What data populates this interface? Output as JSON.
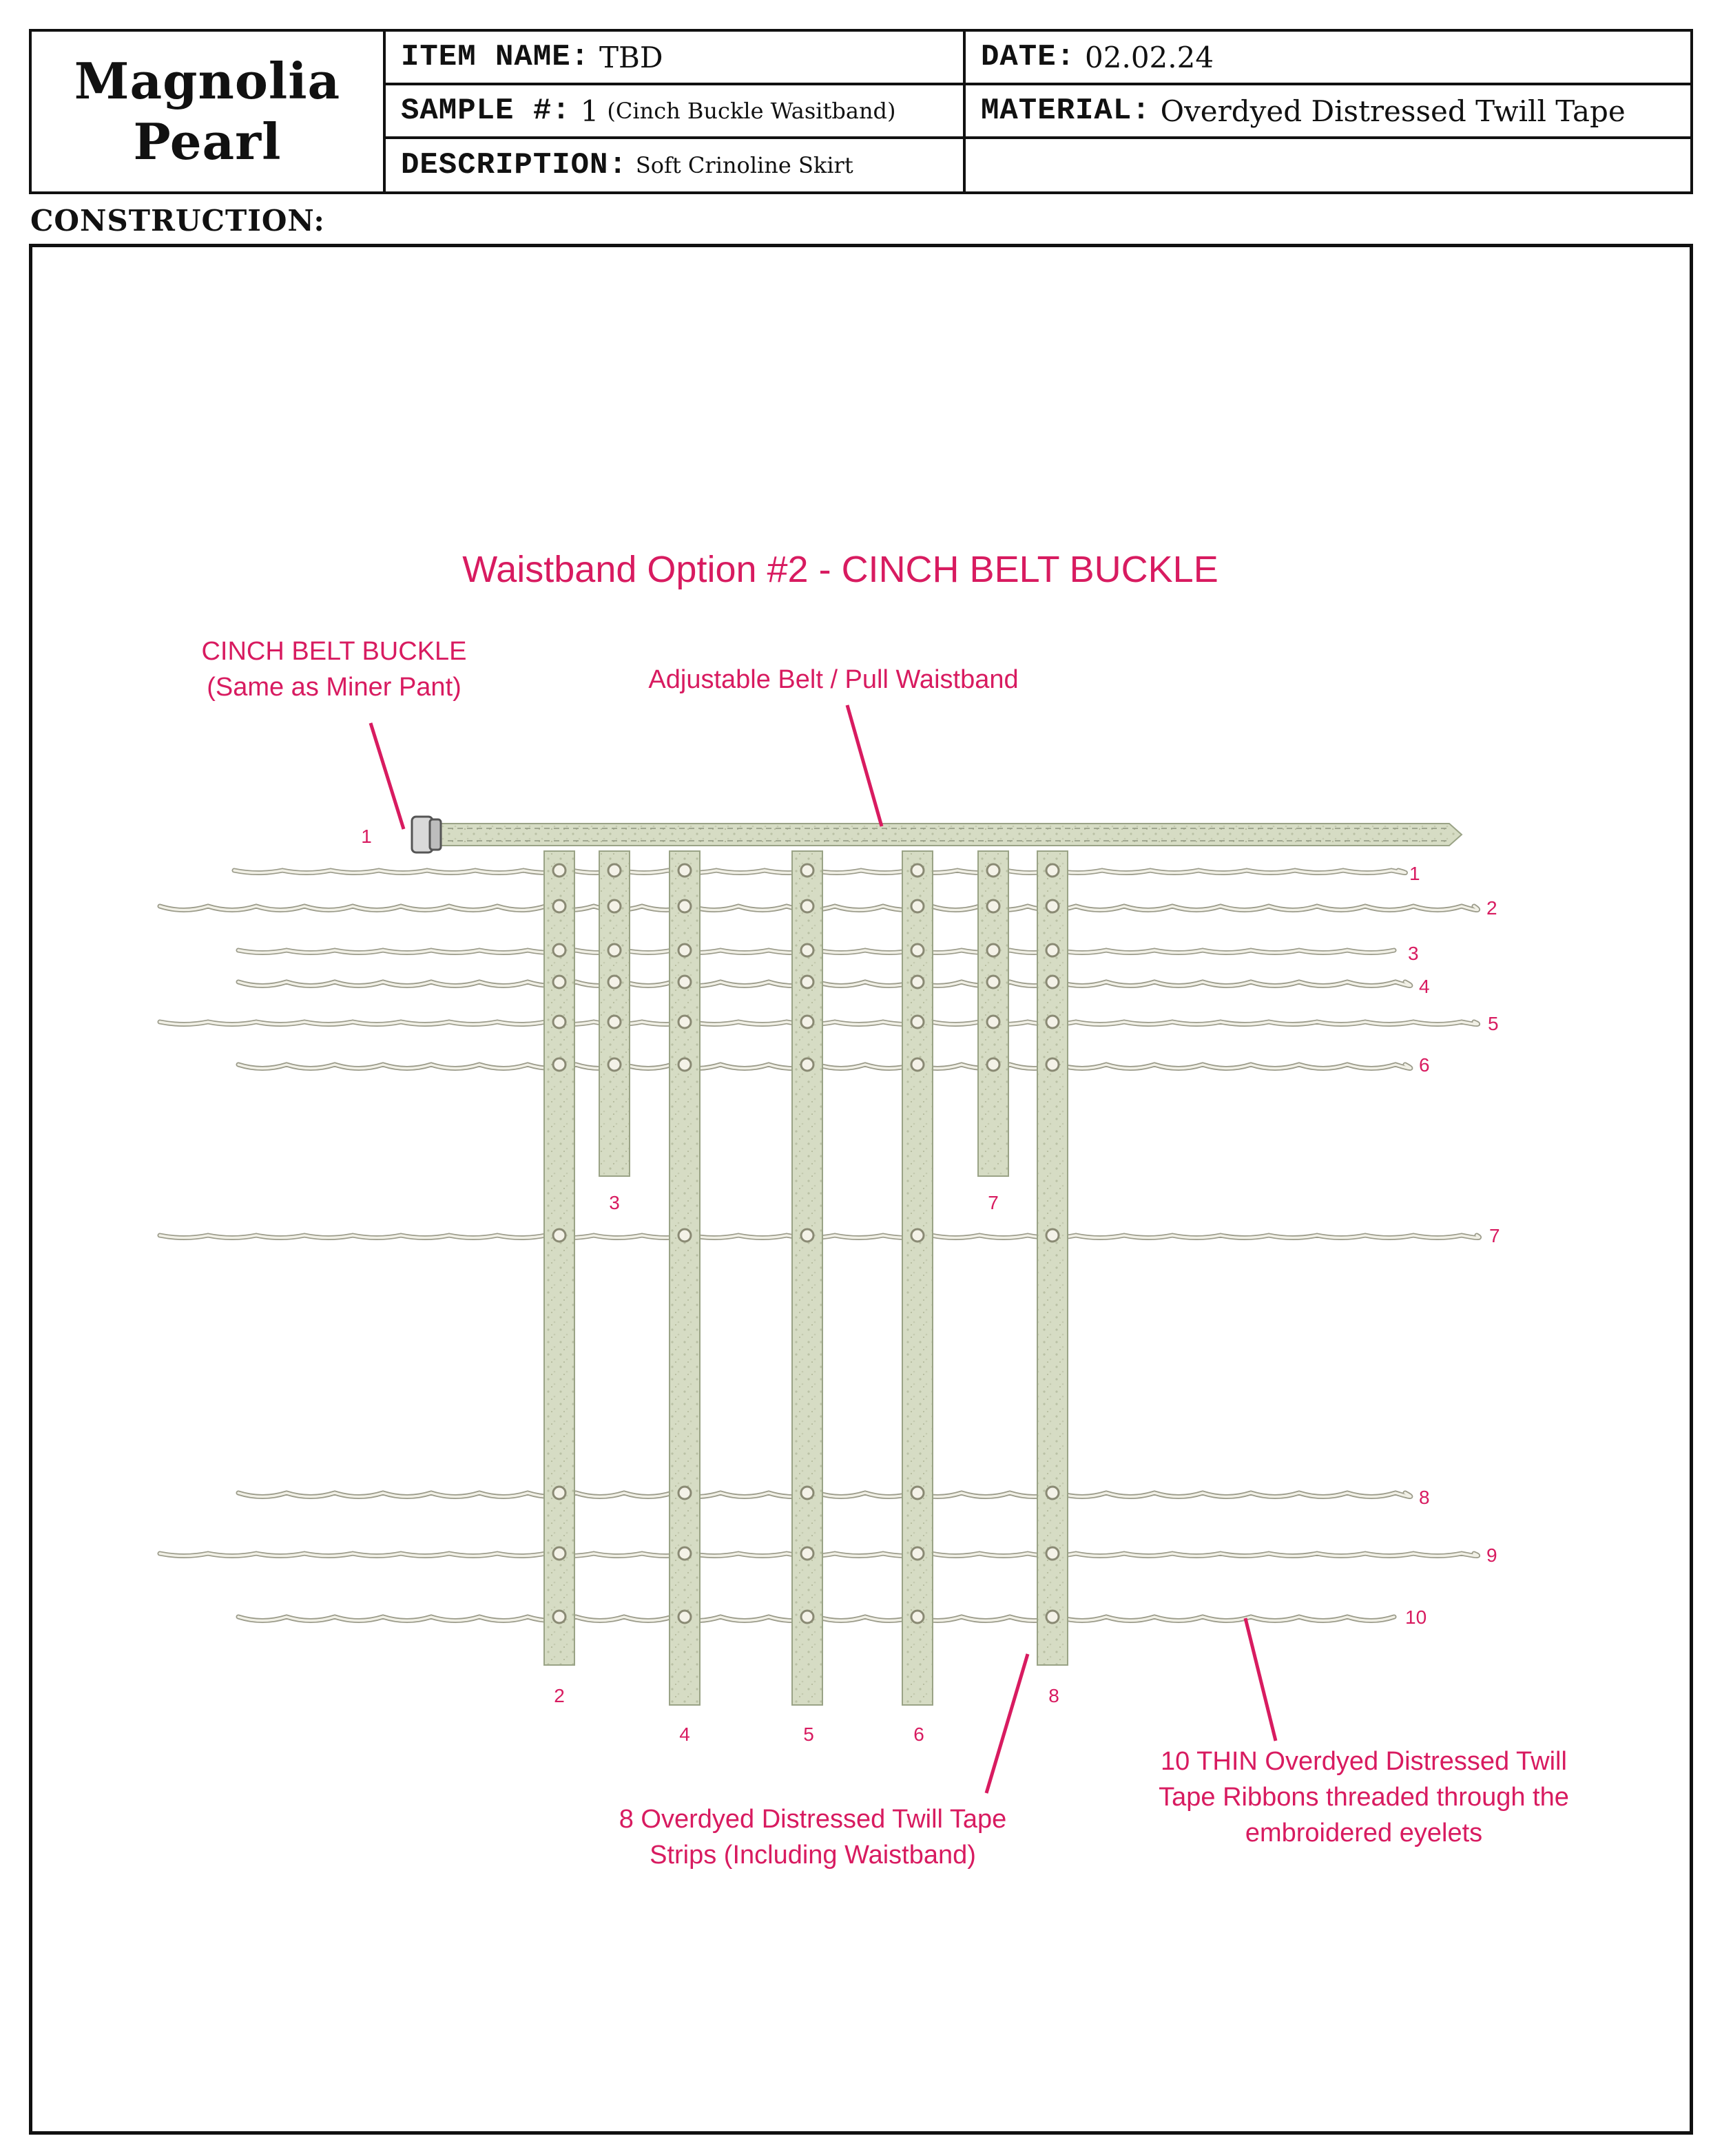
{
  "header": {
    "brand_line1": "Magnolia",
    "brand_line2": "Pearl",
    "item_name_label": "ITEM NAME:",
    "item_name_value": "TBD",
    "sample_label": "SAMPLE #:",
    "sample_value": "1",
    "sample_note": "(Cinch Buckle Wasitband)",
    "description_label": "DESCRIPTION:",
    "description_value": "Soft Crinoline Skirt",
    "date_label": "DATE:",
    "date_value": "02.02.24",
    "material_label": "MATERIAL:",
    "material_value": "Overdyed Distressed Twill Tape"
  },
  "construction_label": "CONSTRUCTION:",
  "diagram": {
    "title": "Waistband Option #2 - CINCH BELT BUCKLE",
    "buckle_note_line1": "CINCH BELT BUCKLE",
    "buckle_note_line2": "(Same as Miner Pant)",
    "belt_note": "Adjustable Belt / Pull Waistband",
    "strips_note_line1": "8 Overdyed Distressed Twill Tape",
    "strips_note_line2": "Strips (Including Waistband)",
    "ribbons_note_line1": "10 THIN Overdyed Distressed Twill",
    "ribbons_note_line2": "Tape Ribbons  threaded through the",
    "ribbons_note_line3": "embroidered eyelets",
    "strip_numbers": [
      "1",
      "2",
      "3",
      "4",
      "5",
      "6",
      "7",
      "8"
    ],
    "ribbon_numbers": [
      "1",
      "2",
      "3",
      "4",
      "5",
      "6",
      "7",
      "8",
      "9",
      "10"
    ],
    "colors": {
      "annotation": "#d81b60",
      "tape_fill": "#d6dcc4",
      "tape_stroke": "#9aa386",
      "ribbon": "#c7c7b9",
      "eyelet": "#8a8a74",
      "border": "#111111"
    }
  }
}
